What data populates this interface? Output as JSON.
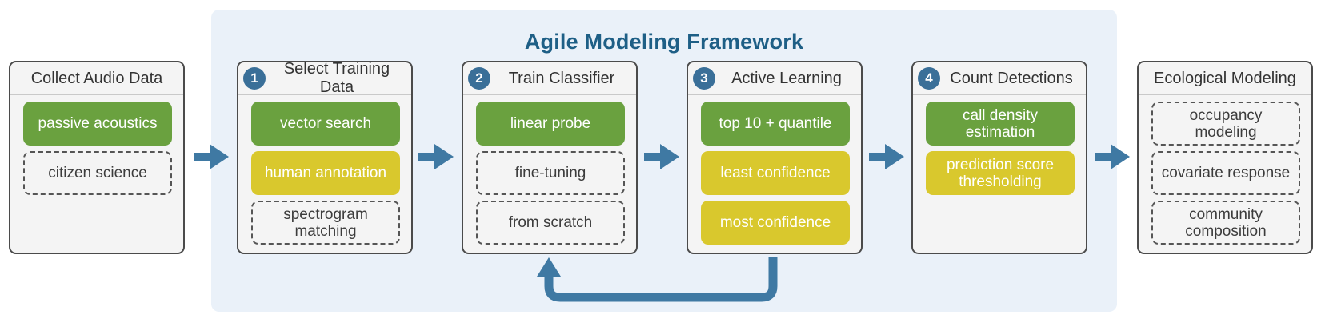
{
  "framework": {
    "title": "Agile Modeling Framework"
  },
  "colors": {
    "accent_blue": "#3a6f98",
    "title_blue": "#1e5f86",
    "green": "#6aa13f",
    "yellow": "#d9c82d",
    "framework_bg": "#eaf1f9"
  },
  "stages": [
    {
      "title": "Collect Audio Data",
      "number": "",
      "items": [
        {
          "label": "passive acoustics",
          "style": "green"
        },
        {
          "label": "citizen science",
          "style": "dashed"
        }
      ]
    },
    {
      "title": "Select Training Data",
      "number": "1",
      "items": [
        {
          "label": "vector search",
          "style": "green"
        },
        {
          "label": "human annotation",
          "style": "yellow"
        },
        {
          "label": "spectrogram matching",
          "style": "dashed"
        }
      ]
    },
    {
      "title": "Train Classifier",
      "number": "2",
      "items": [
        {
          "label": "linear probe",
          "style": "green"
        },
        {
          "label": "fine-tuning",
          "style": "dashed"
        },
        {
          "label": "from scratch",
          "style": "dashed"
        }
      ]
    },
    {
      "title": "Active Learning",
      "number": "3",
      "items": [
        {
          "label": "top 10 + quantile",
          "style": "green"
        },
        {
          "label": "least confidence",
          "style": "yellow"
        },
        {
          "label": "most confidence",
          "style": "yellow"
        }
      ]
    },
    {
      "title": "Count Detections",
      "number": "4",
      "items": [
        {
          "label": "call density estimation",
          "style": "green"
        },
        {
          "label": "prediction score thresholding",
          "style": "yellow"
        }
      ]
    },
    {
      "title": "Ecological Modeling",
      "number": "",
      "items": [
        {
          "label": "occupancy modeling",
          "style": "dashed"
        },
        {
          "label": "covariate response",
          "style": "dashed"
        },
        {
          "label": "community composition",
          "style": "dashed"
        }
      ]
    }
  ]
}
